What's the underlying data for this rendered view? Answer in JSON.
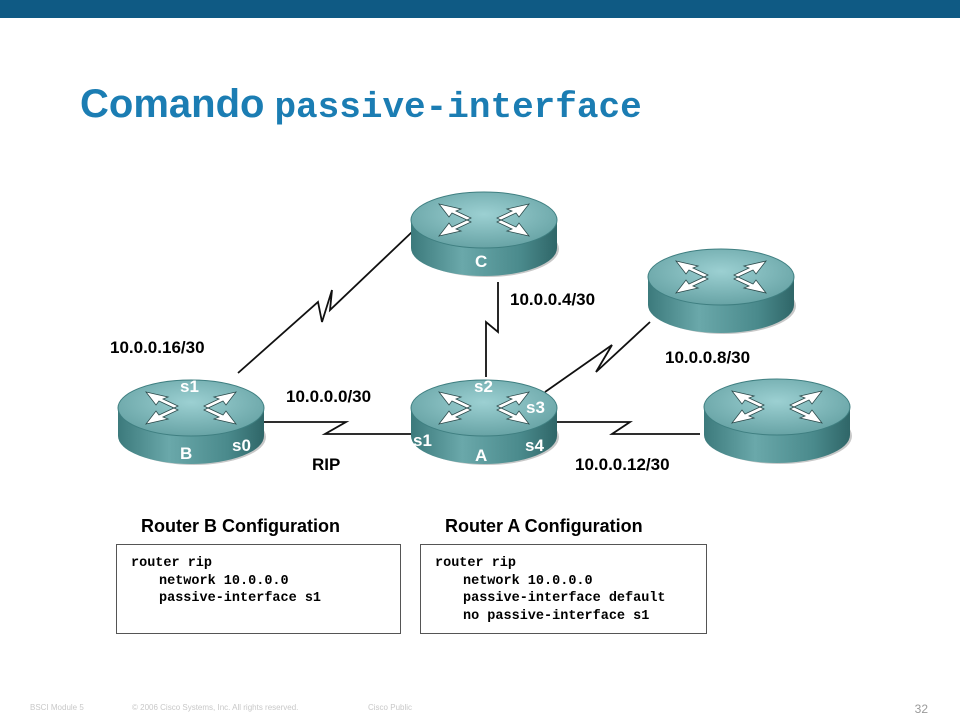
{
  "colors": {
    "topbar": "#0f5a84",
    "title": "#1b7db3",
    "router_body": "#4f8f91",
    "router_top": "#89c0c2"
  },
  "title": {
    "word": "Comando",
    "command": "passive-interface"
  },
  "routers": {
    "a": {
      "name": "A",
      "icon": "router-icon"
    },
    "b": {
      "name": "B",
      "icon": "router-icon"
    },
    "c": {
      "name": "C",
      "icon": "router-icon"
    },
    "d": {
      "name": "",
      "icon": "router-icon"
    },
    "e": {
      "name": "",
      "icon": "router-icon"
    }
  },
  "interfaces": {
    "b_s1": "s1",
    "b_s0": "s0",
    "a_s2": "s2",
    "a_s3": "s3",
    "a_s1": "s1",
    "a_s4": "s4"
  },
  "subnets": {
    "b_c": "10.0.0.16/30",
    "a_c": "10.0.0.4/30",
    "a_b": "10.0.0.0/30",
    "a_d": "10.0.0.8/30",
    "a_e": "10.0.0.12/30"
  },
  "protocol_label": "RIP",
  "configs": {
    "router_b": {
      "heading": "Router B Configuration",
      "lines": [
        "router rip",
        "network 10.0.0.0",
        "passive-interface s1"
      ]
    },
    "router_a": {
      "heading": "Router A Configuration",
      "lines": [
        "router rip",
        "network 10.0.0.0",
        "passive-interface default",
        "no passive-interface s1"
      ]
    }
  },
  "footer": {
    "module": "BSCI Module 5",
    "copyright": "© 2006 Cisco Systems, Inc. All rights reserved.",
    "classification": "Cisco Public",
    "page": "32"
  }
}
